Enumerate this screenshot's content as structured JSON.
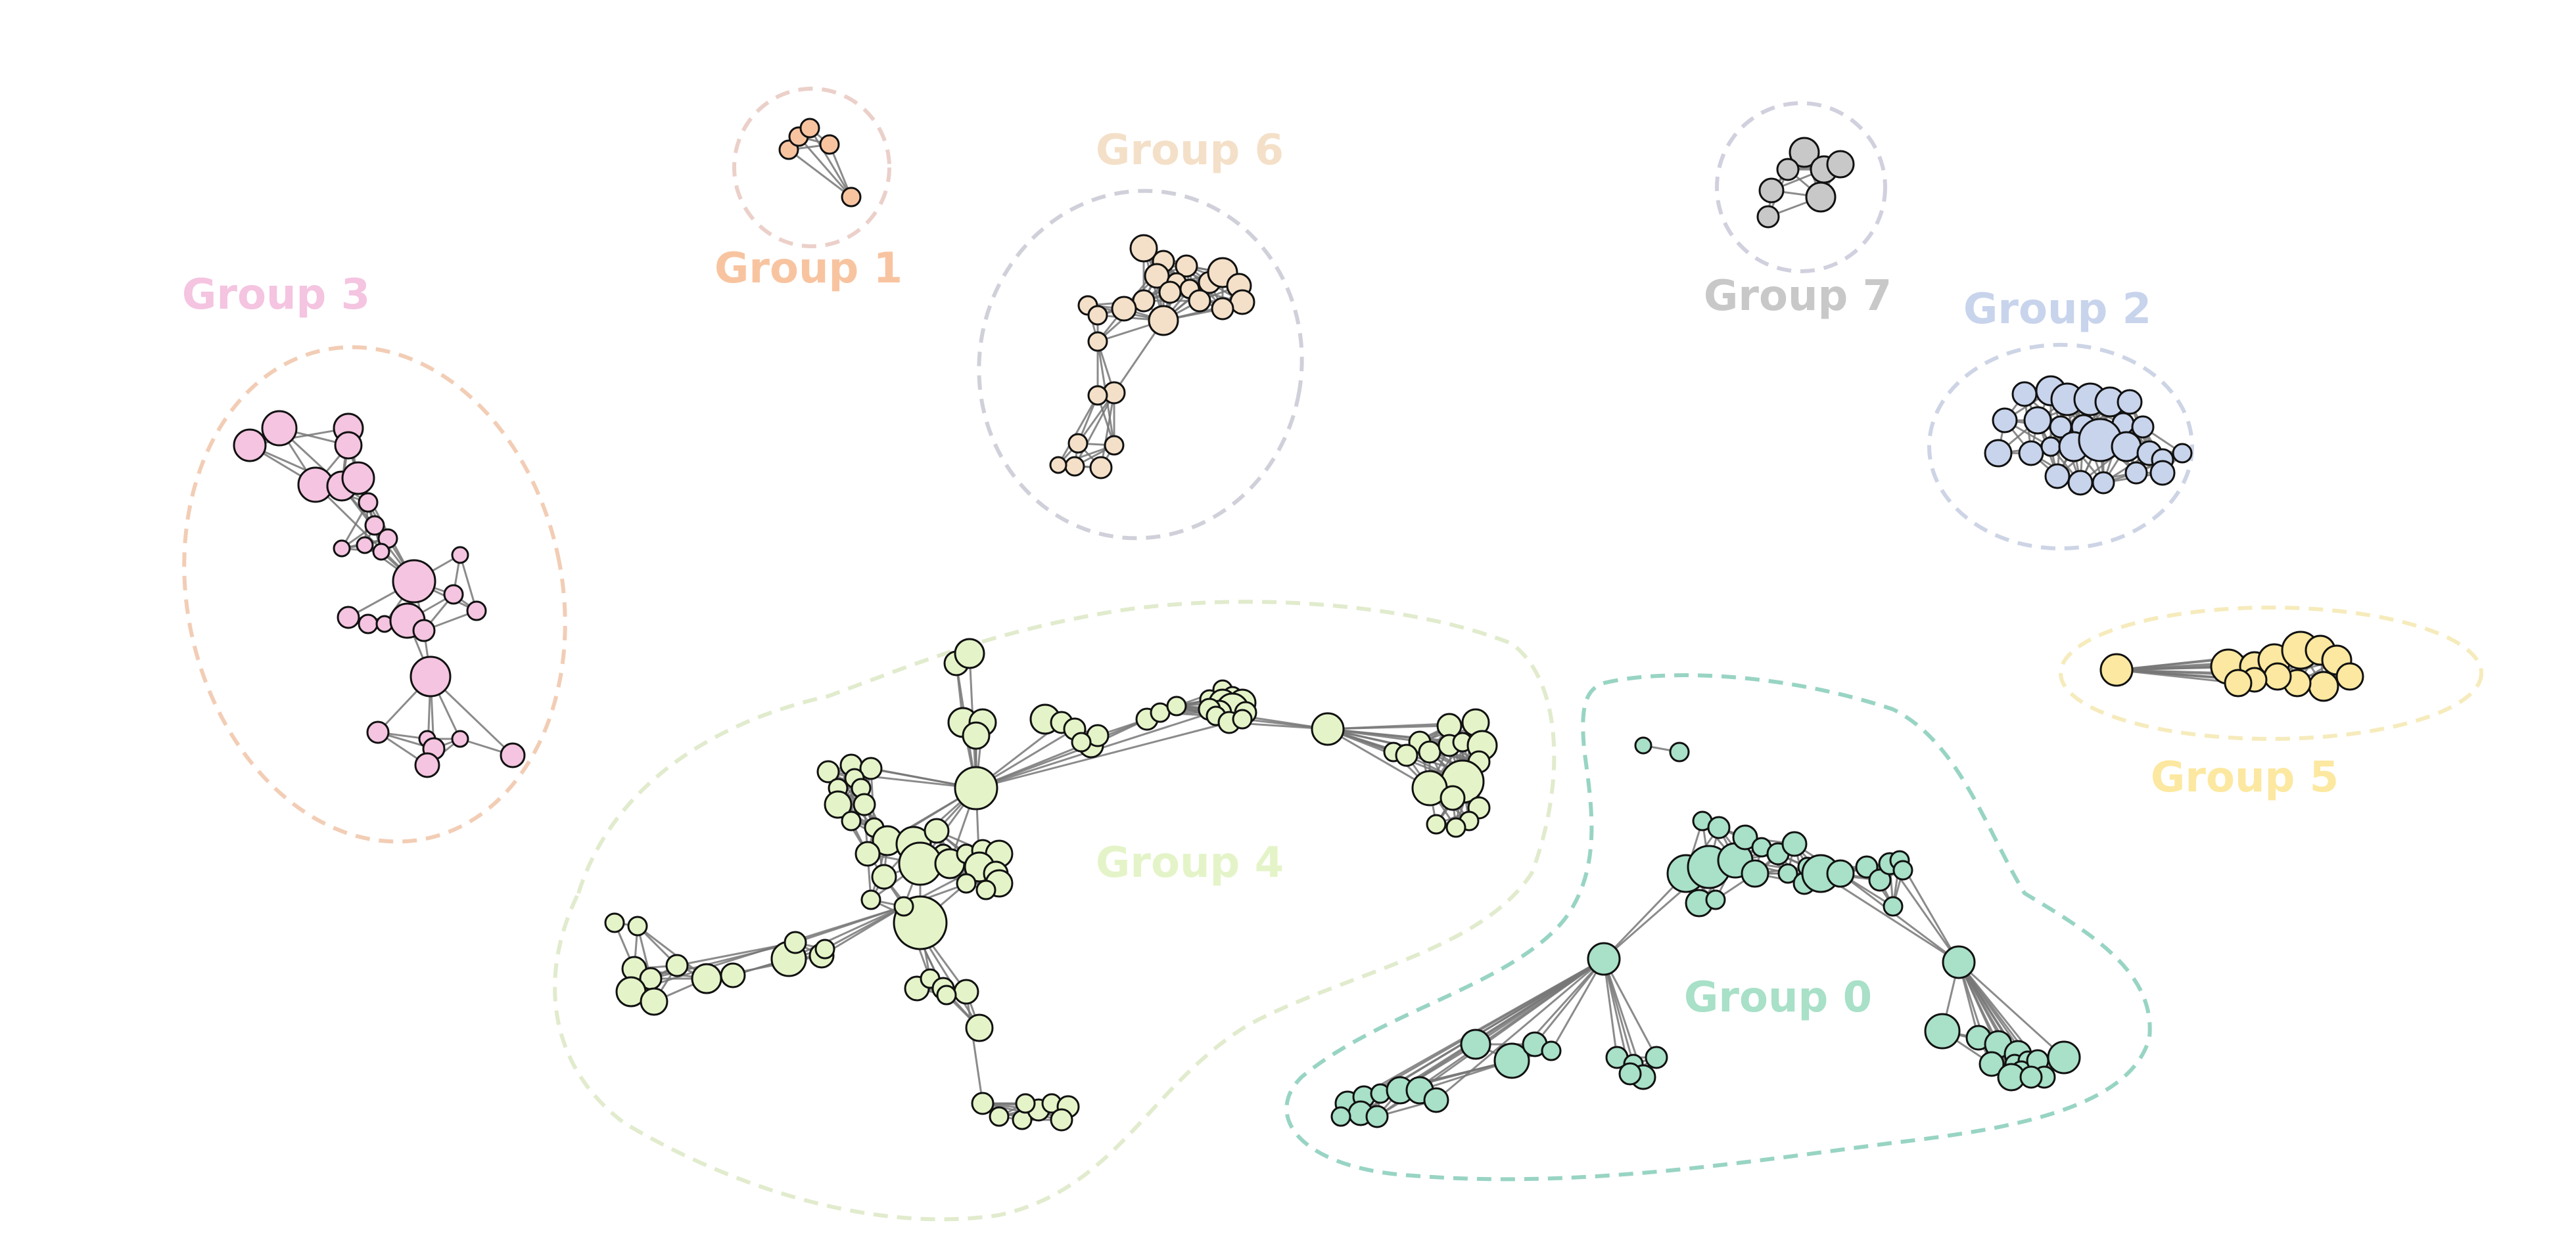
{
  "diagram": {
    "type": "clustered-network-graph",
    "edge_color": "#777777",
    "node_outline": "#111111",
    "groups": [
      {
        "id": "g0",
        "label": "Group 0",
        "color": "#a8e0c8",
        "hull_color": "#86cdb8"
      },
      {
        "id": "g1",
        "label": "Group 1",
        "color": "#f8c4a0",
        "hull_color": "#e8c8c0"
      },
      {
        "id": "g2",
        "label": "Group 2",
        "color": "#c8d4ec",
        "hull_color": "#c4cce0"
      },
      {
        "id": "g3",
        "label": "Group 3",
        "color": "#f4c4e0",
        "hull_color": "#f0c4a8"
      },
      {
        "id": "g4",
        "label": "Group 4",
        "color": "#e4f4c8",
        "hull_color": "#dce8c4"
      },
      {
        "id": "g5",
        "label": "Group 5",
        "color": "#fce8a0",
        "hull_color": "#f4e8b0"
      },
      {
        "id": "g6",
        "label": "Group 6",
        "color": "#f4e0c8",
        "hull_color": "#c8c8d4"
      },
      {
        "id": "g7",
        "label": "Group 7",
        "color": "#c8c8c8",
        "hull_color": "#c8c8d8"
      }
    ]
  }
}
